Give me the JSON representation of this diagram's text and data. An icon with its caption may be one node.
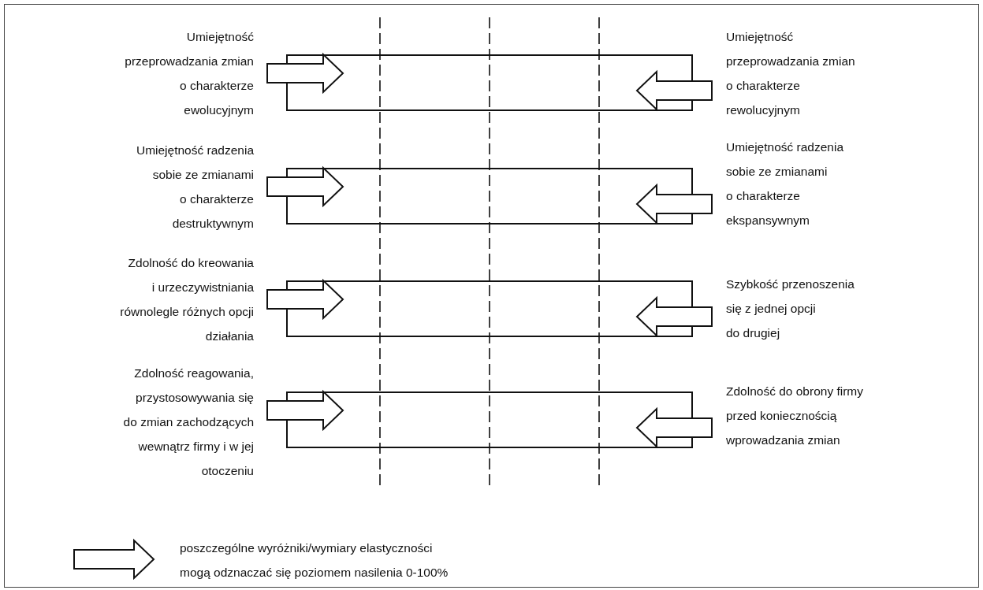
{
  "diagram": {
    "nodes": [
      {
        "text": [
          "Umiejętność przeprowadzania zmian o charakterze ewolucyjnym"
        ]
      },
      {
        "text": [],
        "shape": "box"
      },
      {
        "text": [
          "Umiejętność przeprowadzania zmian o charakterze rewolucyjnym"
        ]
      },
      {
        "text": [
          "Umiejętność radzenia sobie ze zmianami o charakterze destruktywnym"
        ]
      },
      {
        "text": [],
        "shape": "box"
      },
      {
        "text": [
          "Umiejętność radzenia sobie ze zmianami o charakterze ekspansywnym"
        ]
      },
      {
        "text": [
          "Zdolność do kreowania i urzeczywistniania równolegle różnych opcji działania"
        ]
      },
      {
        "text": [],
        "shape": "box"
      },
      {
        "text": [
          "Szybkość przenoszenia się z jednej opcji do drugiej"
        ]
      },
      {
        "text": [
          "Zdolność reagowania, przystosowywania się do zmian zachodzących wewnątrz firmy i w jej otoczeniu"
        ]
      },
      {
        "text": [],
        "shape": "box"
      },
      {
        "text": [
          "Zdolność do obrony firmy przed koniecznością wprowadzania zmian"
        ]
      }
    ],
    "edges": [
      {
        "from": 0,
        "to": 1,
        "arrow": "to"
      },
      {
        "from": 2,
        "to": 1,
        "arrow": "to"
      },
      {
        "from": 3,
        "to": 4,
        "arrow": "to"
      },
      {
        "from": 5,
        "to": 4,
        "arrow": "to"
      },
      {
        "from": 6,
        "to": 7,
        "arrow": "to"
      },
      {
        "from": 8,
        "to": 7,
        "arrow": "to"
      },
      {
        "from": 9,
        "to": 10,
        "arrow": "to"
      },
      {
        "from": 11,
        "to": 10,
        "arrow": "to"
      }
    ],
    "legend": [
      {
        "text": "poszczególne wyróżniki/wymiary elastyczności mogą odznaczać się poziomem nasilenia 0-100%"
      }
    ]
  }
}
